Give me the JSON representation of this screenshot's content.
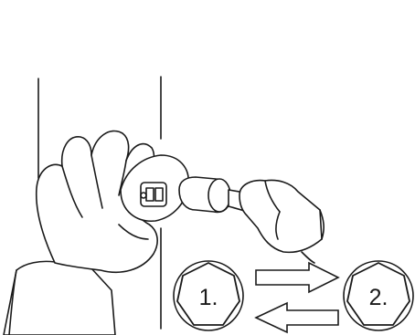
{
  "diagram": {
    "steps": [
      {
        "label": "1."
      },
      {
        "label": "2."
      }
    ],
    "arrows": [
      {
        "direction": "right"
      },
      {
        "direction": "left"
      }
    ],
    "colors": {
      "line": "#1a1a1a",
      "background": "#ffffff"
    }
  }
}
